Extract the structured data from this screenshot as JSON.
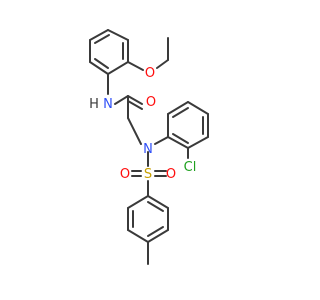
{
  "molecule": {
    "atoms": {
      "nh": "N",
      "nh_h": "H",
      "o_carbonyl": "O",
      "n_sulfonamide": "N",
      "o_ether": "O",
      "cl": "Cl",
      "s": "S",
      "o_s1": "O",
      "o_s2": "O"
    },
    "colors": {
      "bond": "#3a3a3a",
      "carbon": "#3a3a3a",
      "nitrogen": "#3050F8",
      "oxygen": "#FF0D0D",
      "sulfur": "#C8A000",
      "chlorine": "#1FA01F",
      "hydrogen": "#3a3a3a"
    }
  }
}
